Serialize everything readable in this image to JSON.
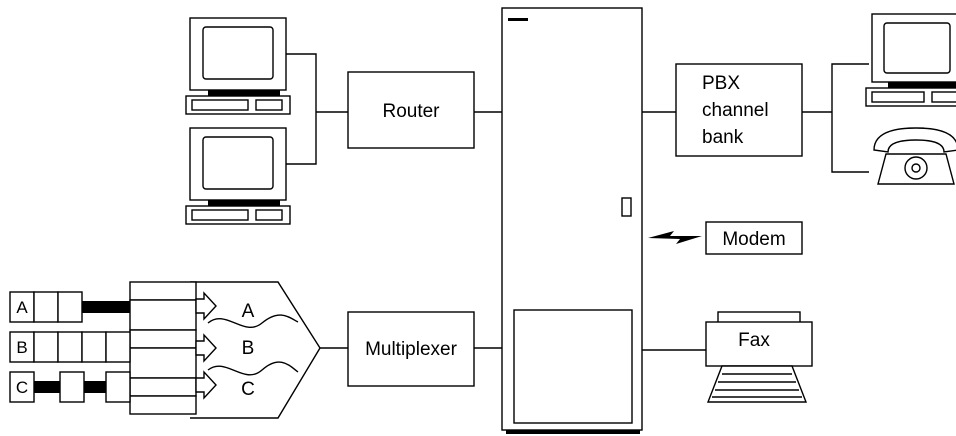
{
  "labels": {
    "router": "Router",
    "pbx_line1": "PBX",
    "pbx_line2": "channel",
    "pbx_line3": "bank",
    "modem": "Modem",
    "multiplexer": "Multiplexer",
    "fax": "Fax"
  },
  "channels": {
    "a_input": "A",
    "b_input": "B",
    "c_input": "C",
    "a_output": "A",
    "b_output": "B",
    "c_output": "C"
  }
}
